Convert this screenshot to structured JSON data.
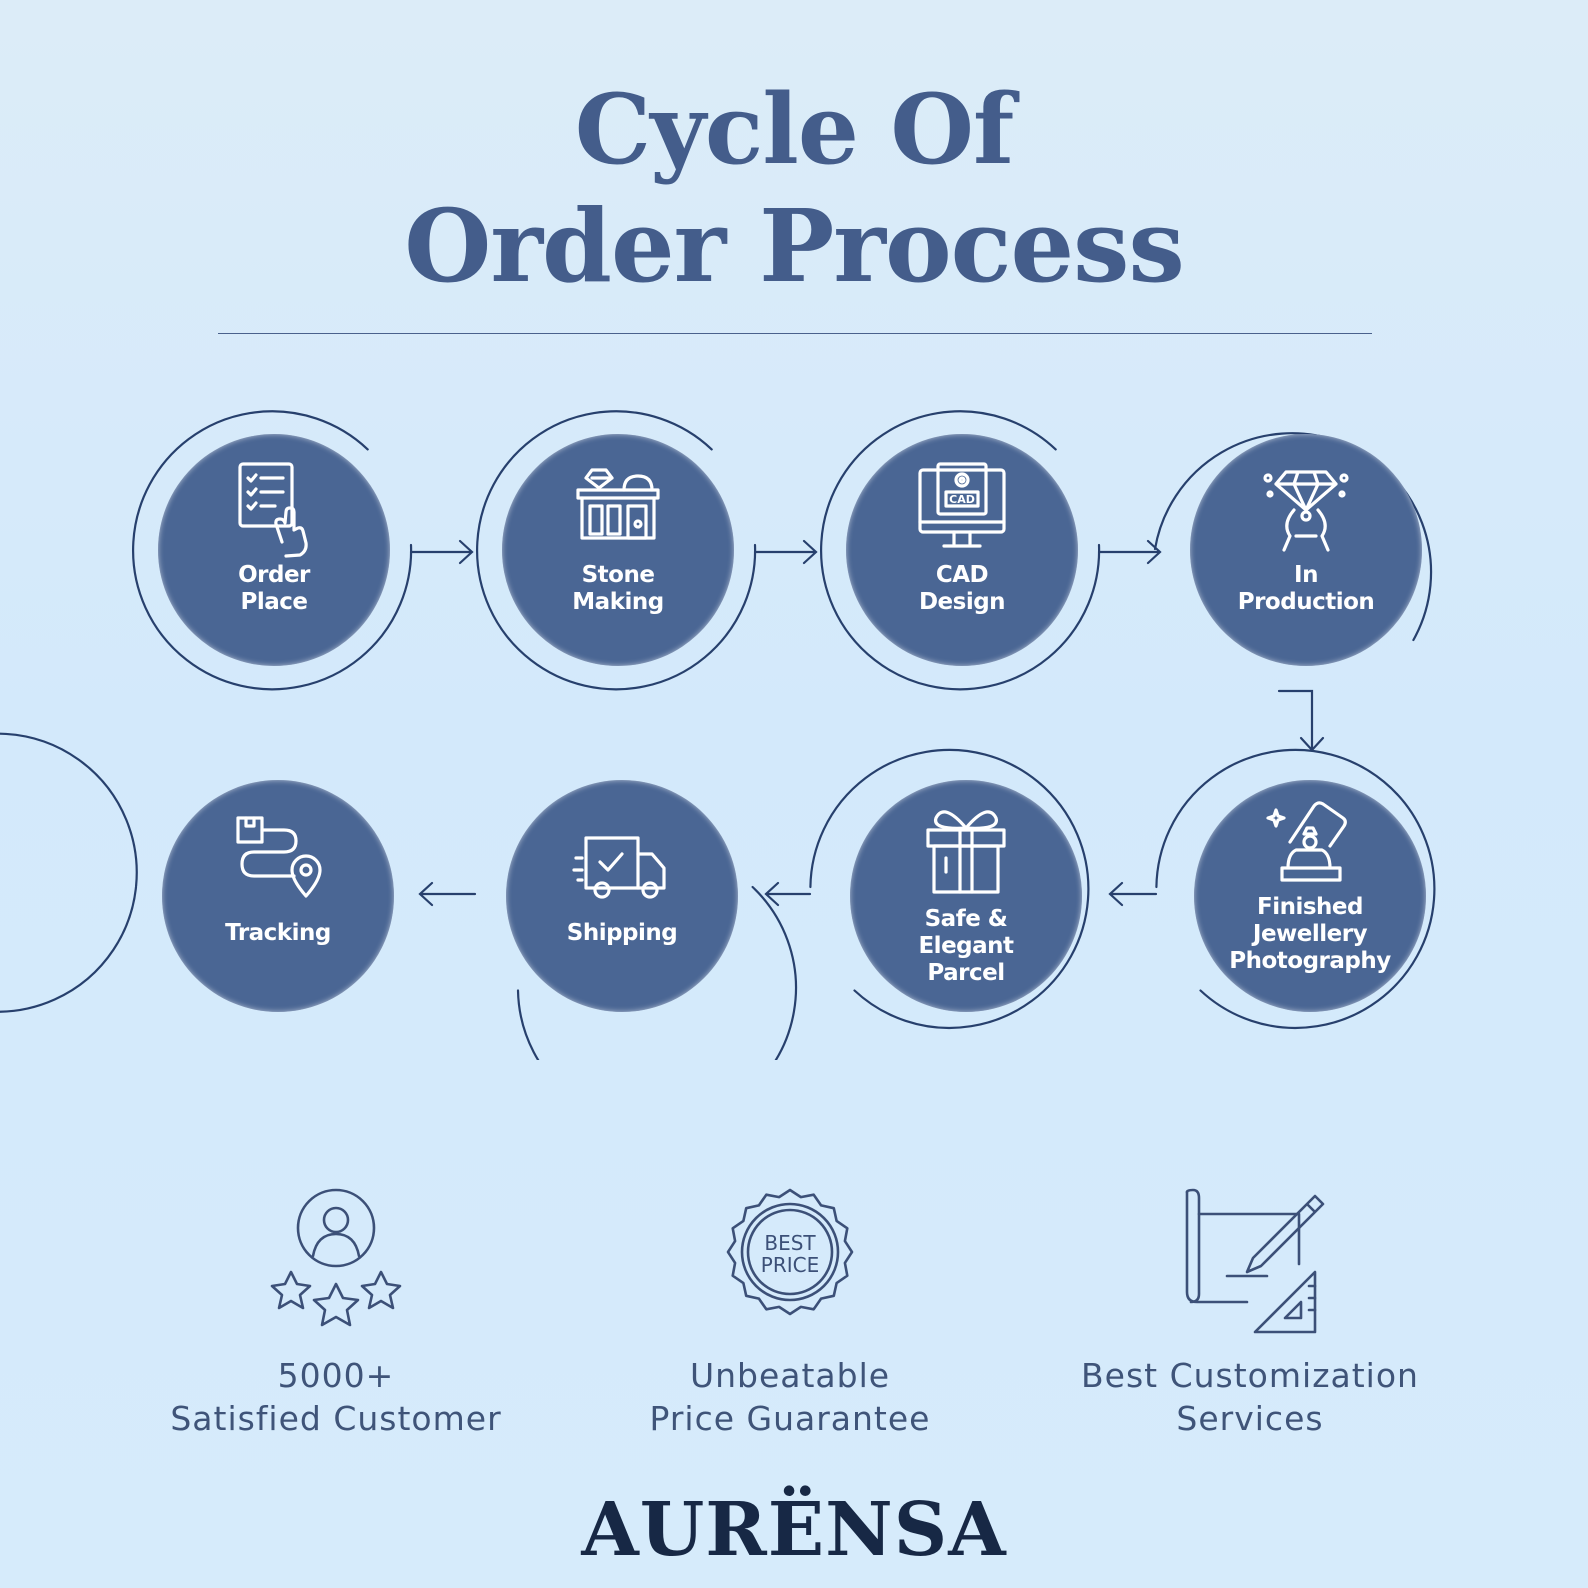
{
  "title": {
    "line1": "Cycle Of",
    "line2": "Order Process"
  },
  "steps": [
    {
      "id": "order-place",
      "icon": "checklist-hand-icon",
      "lines": [
        "Order",
        "Place"
      ]
    },
    {
      "id": "stone-making",
      "icon": "jewellery-shop-icon",
      "lines": [
        "Stone",
        "Making"
      ]
    },
    {
      "id": "cad-design",
      "icon": "cad-monitor-icon",
      "lines": [
        "CAD",
        "Design"
      ]
    },
    {
      "id": "in-production",
      "icon": "diamond-tongs-icon",
      "lines": [
        "In",
        "Production"
      ]
    },
    {
      "id": "finished-photography",
      "icon": "ring-photo-icon",
      "lines": [
        "Finished",
        "Jewellery",
        "Photography"
      ]
    },
    {
      "id": "safe-parcel",
      "icon": "gift-box-icon",
      "lines": [
        "Safe &",
        "Elegant",
        "Parcel"
      ]
    },
    {
      "id": "shipping",
      "icon": "delivery-truck-icon",
      "lines": [
        "Shipping"
      ]
    },
    {
      "id": "tracking",
      "icon": "route-location-icon",
      "lines": [
        "Tracking"
      ]
    }
  ],
  "features": [
    {
      "icon": "customer-stars-icon",
      "lines": [
        "5000+",
        "Satisfied Customer"
      ]
    },
    {
      "icon": "best-price-badge-icon",
      "badge": [
        "BEST",
        "PRICE"
      ],
      "lines": [
        "Unbeatable",
        "Price Guarantee"
      ]
    },
    {
      "icon": "blueprint-pencil-icon",
      "lines": [
        "Best Customization",
        "Services"
      ]
    }
  ],
  "brand": "AURËNSA",
  "colors": {
    "circle": "#4a6694",
    "ring": "#27406d",
    "text": "#445d8b",
    "brand": "#172845"
  }
}
